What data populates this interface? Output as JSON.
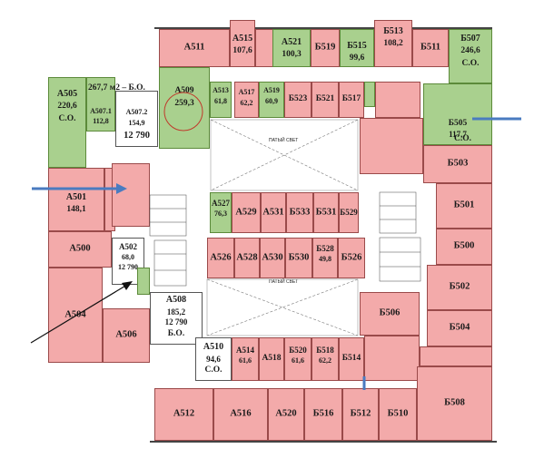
{
  "rooms": {
    "A511": {
      "name": "А511",
      "area": ""
    },
    "A515": {
      "name": "А515",
      "area": "107,6"
    },
    "A521": {
      "name": "А521",
      "area": "100,3"
    },
    "B519": {
      "name": "Б519",
      "area": ""
    },
    "B515": {
      "name": "Б515",
      "area": "99,6"
    },
    "B513": {
      "name": "Б513",
      "area": "108,2"
    },
    "B511": {
      "name": "Б511",
      "area": ""
    },
    "B507": {
      "name": "Б507",
      "area": "246,6",
      "status": "С.О."
    },
    "A505": {
      "name": "А505",
      "area": "220,6",
      "status": "С.О."
    },
    "A507_1": {
      "name": "А507.1",
      "area": "112,8"
    },
    "A507_2": {
      "name": "А507.2",
      "area": "154,9",
      "price": "12 790"
    },
    "A509": {
      "name": "А509",
      "area": "259,3"
    },
    "A513": {
      "name": "А513",
      "area": "61,8"
    },
    "A517": {
      "name": "А517",
      "area": "62,2"
    },
    "A519": {
      "name": "А519",
      "area": "60,9"
    },
    "B523": {
      "name": "Б523",
      "area": ""
    },
    "B521": {
      "name": "Б521",
      "area": ""
    },
    "B517": {
      "name": "Б517",
      "area": ""
    },
    "B505": {
      "name": "Б505",
      "area": "117,7",
      "status": "С.О."
    },
    "B503": {
      "name": "Б503",
      "area": ""
    },
    "A501": {
      "name": "А501",
      "area": "148,1"
    },
    "A527": {
      "name": "А527",
      "area": "76,3"
    },
    "A529": {
      "name": "А529",
      "area": ""
    },
    "A531": {
      "name": "А531",
      "area": ""
    },
    "B533": {
      "name": "Б533",
      "area": ""
    },
    "B531": {
      "name": "Б531",
      "area": ""
    },
    "B529": {
      "name": "Б529",
      "area": ""
    },
    "B501": {
      "name": "Б501",
      "area": ""
    },
    "A500": {
      "name": "А500",
      "area": ""
    },
    "A502": {
      "name": "А502",
      "area": "68,0",
      "price": "12 790"
    },
    "A526": {
      "name": "А526",
      "area": ""
    },
    "A528": {
      "name": "А528",
      "area": ""
    },
    "A530": {
      "name": "А530",
      "area": ""
    },
    "B530": {
      "name": "Б530",
      "area": ""
    },
    "B528": {
      "name": "Б528",
      "area": "49,8"
    },
    "B526": {
      "name": "Б526",
      "area": ""
    },
    "B500": {
      "name": "Б500",
      "area": ""
    },
    "A504": {
      "name": "А504",
      "area": ""
    },
    "A508": {
      "name": "А508",
      "area": "185,2",
      "price": "12 790",
      "status": "Б.О."
    },
    "B506": {
      "name": "Б506",
      "area": ""
    },
    "B502": {
      "name": "Б502",
      "area": ""
    },
    "A506": {
      "name": "А506",
      "area": ""
    },
    "A510": {
      "name": "А510",
      "area": "94,6",
      "status": "С.О."
    },
    "A514": {
      "name": "А514",
      "area": "61,6"
    },
    "A518": {
      "name": "А518",
      "area": ""
    },
    "B520": {
      "name": "Б520",
      "area": "61,6"
    },
    "B518": {
      "name": "Б518",
      "area": "62,2"
    },
    "B514": {
      "name": "Б514",
      "area": ""
    },
    "B504": {
      "name": "Б504",
      "area": ""
    },
    "A512": {
      "name": "А512",
      "area": ""
    },
    "A516": {
      "name": "А516",
      "area": ""
    },
    "A520": {
      "name": "А520",
      "area": ""
    },
    "B516": {
      "name": "Б516",
      "area": ""
    },
    "B512": {
      "name": "Б512",
      "area": ""
    },
    "B510": {
      "name": "Б510",
      "area": ""
    },
    "B508": {
      "name": "Б508",
      "area": ""
    }
  },
  "notes": {
    "area_bo": "267,7 м2 – Б.О.",
    "atrium_top": "ПАТЫЙ СВЕТ",
    "atrium_bottom": "ПАТЫЙ СВЕТ"
  },
  "legend_colors": {
    "rented": "#f3aaaa",
    "free": "#a9d08e",
    "white": "#ffffff"
  }
}
